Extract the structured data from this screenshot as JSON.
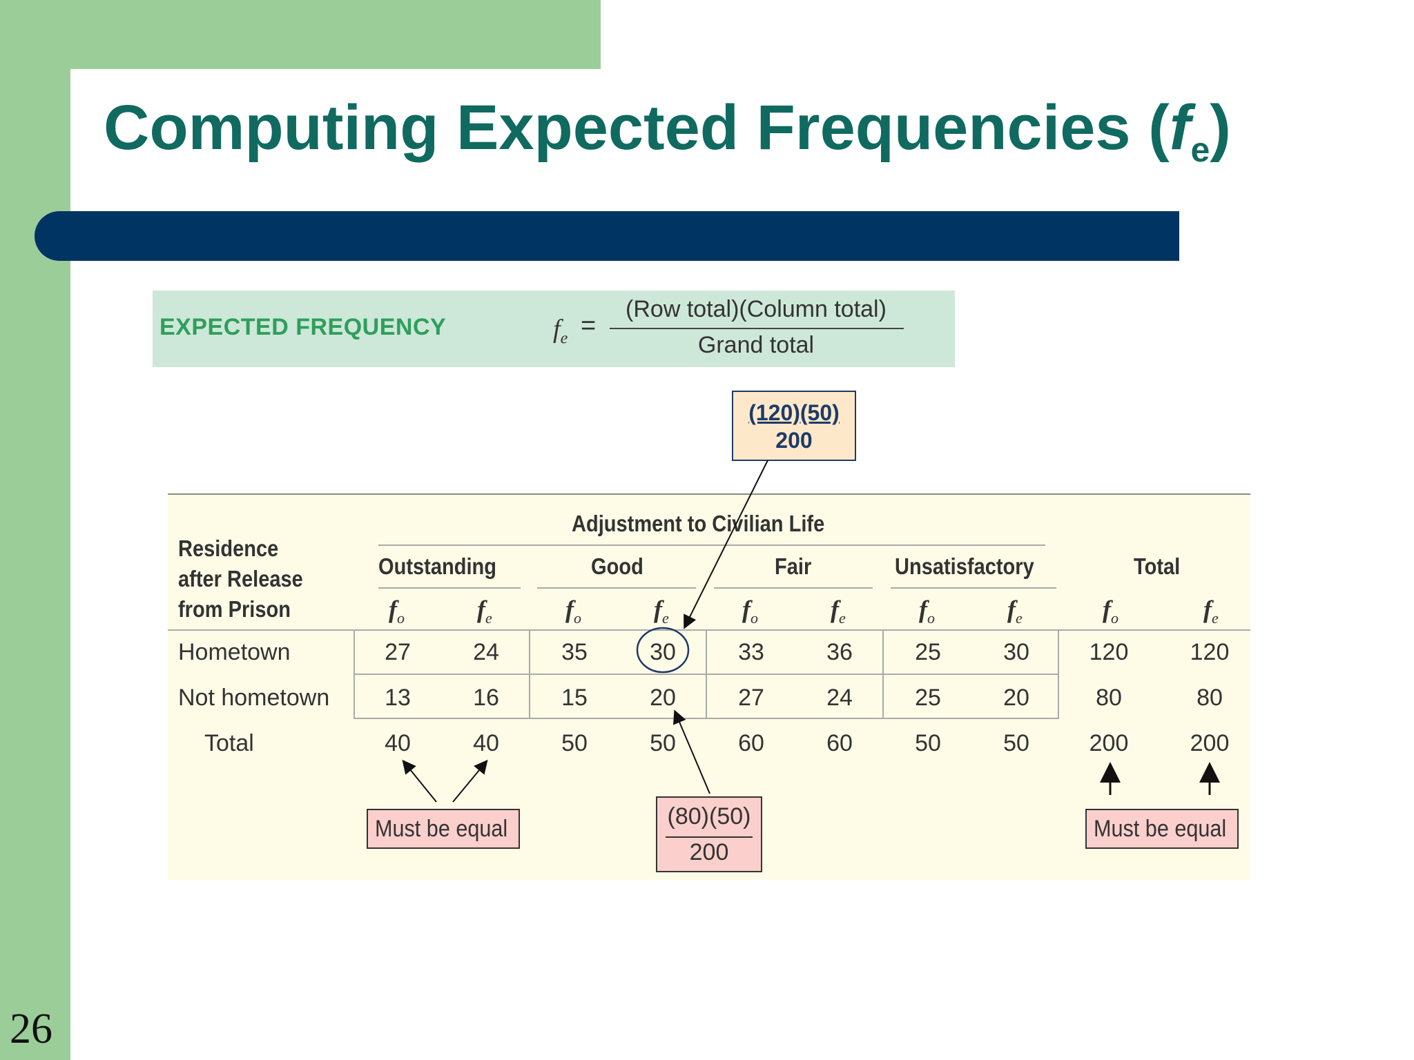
{
  "slide": {
    "title_main": "Computing Expected Frequencies (",
    "title_f": "f",
    "title_sub": "e",
    "title_close": ")",
    "page_number": "26"
  },
  "formula": {
    "label": "EXPECTED FREQUENCY",
    "lhs": "f",
    "lhs_sub": "e",
    "equals": "=",
    "numerator": "(Row total)(Column total)",
    "denominator": "Grand total"
  },
  "callout_top": {
    "numerator": "(120)(50)",
    "denominator": "200"
  },
  "table": {
    "super_header": "Adjustment to Civilian Life",
    "row_header_lines": [
      "Residence",
      "after Release",
      "from Prison"
    ],
    "groups": [
      "Outstanding",
      "Good",
      "Fair",
      "Unsatisfactory",
      "Total"
    ],
    "sub_headers": {
      "fo": "f",
      "fo_sub": "o",
      "fe": "f",
      "fe_sub": "e"
    },
    "rows": [
      {
        "label": "Hometown",
        "values": [
          "27",
          "24",
          "35",
          "30",
          "33",
          "36",
          "25",
          "30",
          "120",
          "120"
        ]
      },
      {
        "label": "Not hometown",
        "values": [
          "13",
          "16",
          "15",
          "20",
          "27",
          "24",
          "25",
          "20",
          "80",
          "80"
        ]
      },
      {
        "label": "Total",
        "values": [
          "40",
          "40",
          "50",
          "50",
          "60",
          "60",
          "50",
          "50",
          "200",
          "200"
        ]
      }
    ]
  },
  "annotations": {
    "must_equal_left": "Must be equal",
    "must_equal_right": "Must be equal",
    "callout_bottom_numerator": "(80)(50)",
    "callout_bottom_denominator": "200"
  },
  "colors": {
    "title": "#106a60",
    "green_bg": "#9bcd98",
    "title_bar": "#003463",
    "formula_box": "#cde8d8",
    "formula_label": "#2f9e5c",
    "table_bg": "#fefbe7",
    "pink_box": "#fbd0cc",
    "callout_box": "#fde9c9"
  }
}
